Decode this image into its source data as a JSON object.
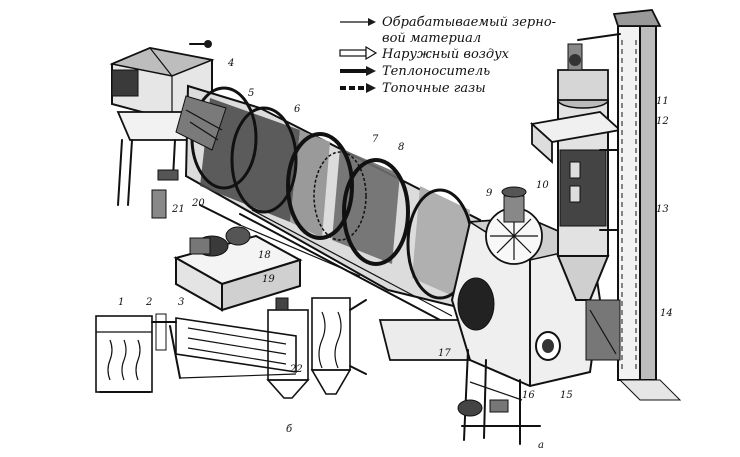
{
  "legend": {
    "items": [
      {
        "style": "thin",
        "label": "Обрабатываемый зерно-"
      },
      {
        "style": "none",
        "label": "вой материал"
      },
      {
        "style": "hollow",
        "label": "Наружный воздух"
      },
      {
        "style": "thick",
        "label": "Теплоноситель"
      },
      {
        "style": "dashed",
        "label": "Топочные газы"
      }
    ]
  },
  "callouts": [
    "1",
    "2",
    "3",
    "4",
    "5",
    "6",
    "7",
    "8",
    "9",
    "10",
    "11",
    "12",
    "13",
    "14",
    "15",
    "16",
    "17",
    "18",
    "19",
    "20",
    "21",
    "22"
  ],
  "labels": {
    "inset": "б",
    "main": "а"
  },
  "colors": {
    "ink": "#111111",
    "paper": "#ffffff"
  }
}
